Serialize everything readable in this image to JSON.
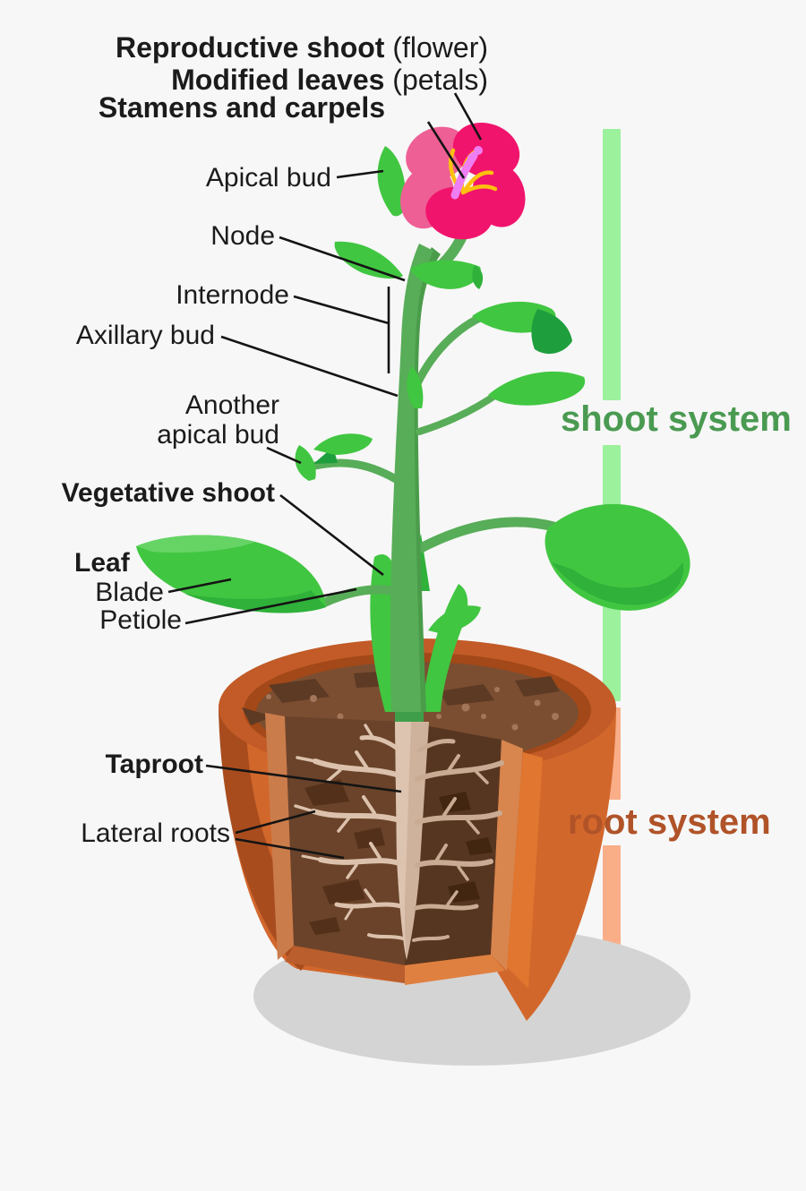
{
  "titles": [
    {
      "bold": "Reproductive shoot",
      "regular": " (flower)"
    },
    {
      "bold": "Modified leaves",
      "regular": " (petals)"
    },
    {
      "bold": "Stamens and carpels",
      "regular": ""
    }
  ],
  "labels": {
    "apical_bud": "Apical bud",
    "node": "Node",
    "internode": "Internode",
    "axillary_bud": "Axillary bud",
    "another_apical_bud_line1": "Another",
    "another_apical_bud_line2": "apical bud",
    "vegetative_shoot": "Vegetative shoot",
    "leaf": "Leaf",
    "blade": "Blade",
    "petiole": "Petiole",
    "taproot": "Taproot",
    "lateral_roots": "Lateral roots"
  },
  "systems": {
    "shoot": {
      "label": "shoot system"
    },
    "root": {
      "label": "root system"
    }
  },
  "colors": {
    "background": "#f7f7f7",
    "label-text": "#1b1b1b",
    "leader-line": "#141414",
    "shoot-text": "#4a9a52",
    "shoot-dash": "#9cf19c",
    "root-text": "#b05329",
    "root-dash": "#f9ae88",
    "flower-bright": "#f1146c",
    "flower-light": "#ee5f95",
    "stamen-yellow": "#fcc10e",
    "pistil-violet": "#ee7ef2",
    "leaf-bright": "#41c641",
    "leaf-dark": "#1f9e3d",
    "leaf-mid": "#2fb13a",
    "leaf-light": "#65d465",
    "stem-green": "#58ad58",
    "stem-dark": "#4a9c4a",
    "stem-base-dark": "#3f9e4a",
    "pot-bright": "#d2672c",
    "pot-mid": "#c25b27",
    "pot-dark": "#a84c1e",
    "pot-rim-inner": "#a34818",
    "pot-strip": "#e0762f",
    "pot-cut-left": "#ca7c4b",
    "pot-cut-right": "#d8854e",
    "pot-cut-bottom-dark": "#b95e2c",
    "pot-cut-bottom-bright": "#e08040",
    "soil-top": "#7b4e31",
    "soil-patch": "#5d3a23",
    "soil-dot": "#a3765a",
    "soil-face-left": "#6a432a",
    "soil-face-right": "#573621",
    "face-patch-left": "#533019",
    "face-patch-right": "#42260f",
    "root-left": "#dcc2ac",
    "root-right": "#c9ab93",
    "taproot": "#cfb29c",
    "taproot-hi": "#ddc4b0",
    "shadow": "#d4d4d4"
  }
}
